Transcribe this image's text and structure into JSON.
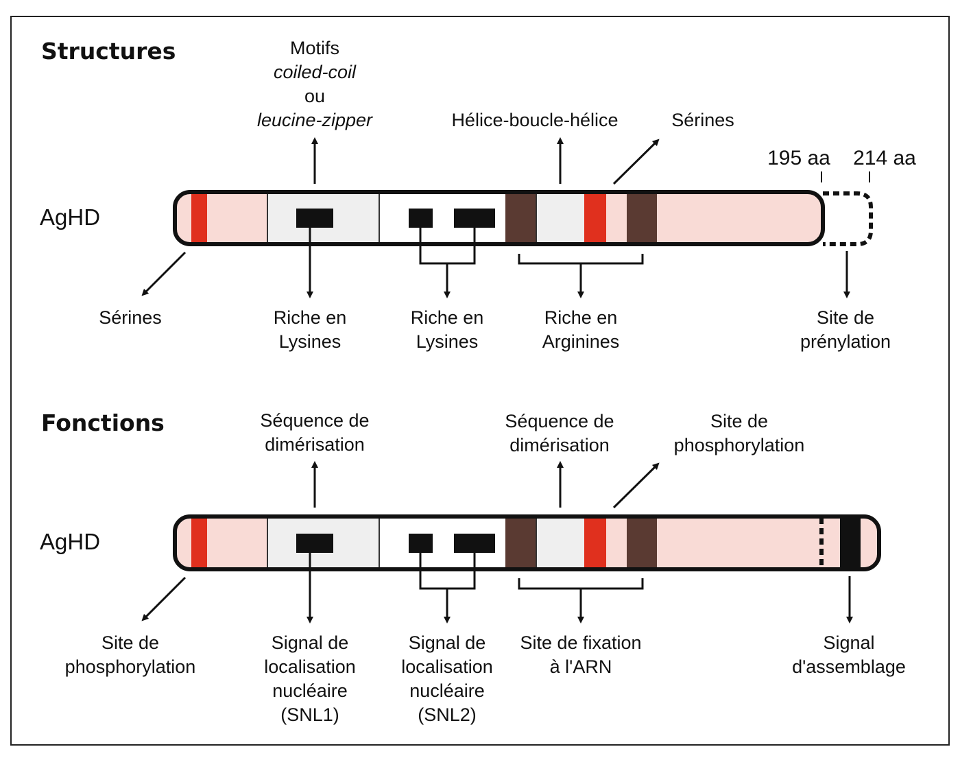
{
  "structures": {
    "title": "Structures",
    "protein_label": "AgHD",
    "aa_195": "195 aa",
    "aa_214": "214 aa",
    "top_labels": {
      "motifs_line1": "Motifs",
      "motifs_line2": "coiled-coil",
      "motifs_line3": "ou",
      "motifs_line4": "leucine-zipper",
      "helix": "Hélice-boucle-hélice",
      "serines_right": "Sérines"
    },
    "bottom_labels": {
      "serines_left": "Sérines",
      "lys1_line1": "Riche en",
      "lys1_line2": "Lysines",
      "lys2_line1": "Riche en",
      "lys2_line2": "Lysines",
      "arg_line1": "Riche en",
      "arg_line2": "Arginines",
      "pren_line1": "Site de",
      "pren_line2": "prénylation"
    }
  },
  "fonctions": {
    "title": "Fonctions",
    "protein_label": "AgHD",
    "top_labels": {
      "dim1_line1": "Séquence de",
      "dim1_line2": "dimérisation",
      "dim2_line1": "Séquence de",
      "dim2_line2": "dimérisation",
      "phos_right_line1": "Site de",
      "phos_right_line2": "phosphorylation"
    },
    "bottom_labels": {
      "phos_left_line1": "Site de",
      "phos_left_line2": "phosphorylation",
      "snl1_line1": "Signal de",
      "snl1_line2": "localisation",
      "snl1_line3": "nucléaire",
      "snl1_line4": "(SNL1)",
      "snl2_line1": "Signal de",
      "snl2_line2": "localisation",
      "snl2_line3": "nucléaire",
      "snl2_line4": "(SNL2)",
      "arn_line1": "Site de fixation",
      "arn_line2": "à l'ARN",
      "assembly_line1": "Signal",
      "assembly_line2": "d'assemblage"
    }
  },
  "colors": {
    "red_band": "#e0301e",
    "brown_band": "#5a3a32",
    "pink_fill": "#f9dbd6",
    "light_gray_fill": "#efefef",
    "black": "#111111"
  }
}
